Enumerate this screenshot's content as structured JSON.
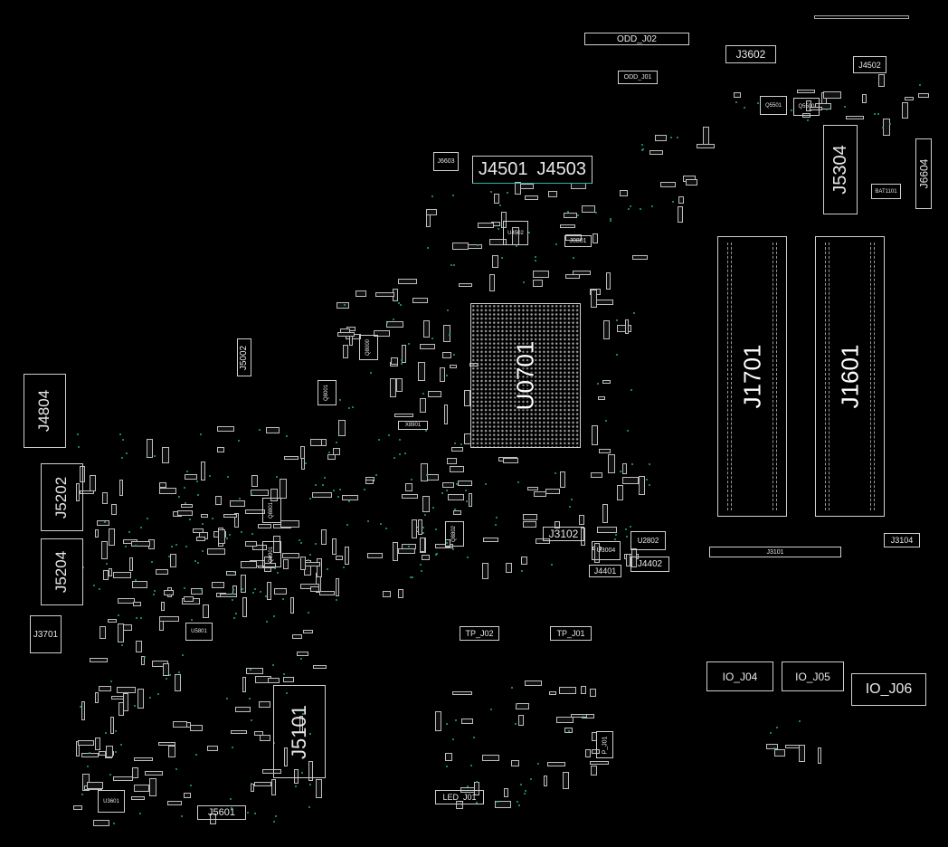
{
  "board": {
    "connectors": {
      "odd_j02": "ODD_J02",
      "odd_j01": "ODD_J01",
      "j3602": "J3602",
      "j4502": "J4502",
      "j5304": "J5304",
      "j6604": "J6604",
      "j6603": "J6603",
      "j4501": "J4501",
      "j4503": "J4503",
      "j0801": "J0801",
      "j5002": "J5002",
      "j4804": "J4804",
      "j5202": "J5202",
      "j5204": "J5204",
      "j3701": "J3701",
      "j1701": "J1701",
      "j1601": "J1601",
      "j3102": "J3102",
      "j4401": "J4401",
      "j4402": "J4402",
      "j3101": "J3101",
      "j3104": "J3104",
      "tp_j02": "TP_J02",
      "tp_j01": "TP_J01",
      "io_j04": "IO_J04",
      "io_j05": "IO_J05",
      "io_j06": "IO_J06",
      "p_j01": "P_J01",
      "j5101": "J5101",
      "led_j01": "LED_J01",
      "j5601": "J5601"
    },
    "chips": {
      "u0701": "U0701",
      "u4502": "U4502",
      "u3004": "U3004",
      "u2802": "U2802",
      "u5801": "U5801",
      "u3601": "U3601",
      "q5501": "Q5501",
      "q5500": "Q5500",
      "bat1101": "BAT1101",
      "q8000": "Q8000",
      "q8001": "Q8001",
      "x8901": "X8901",
      "q8801": "Q8801",
      "q8901": "Q8901",
      "q8802": "Q8802"
    },
    "colors": {
      "background": "#000000",
      "outline": "#cfcfcf",
      "via": "#1fa89a"
    }
  }
}
